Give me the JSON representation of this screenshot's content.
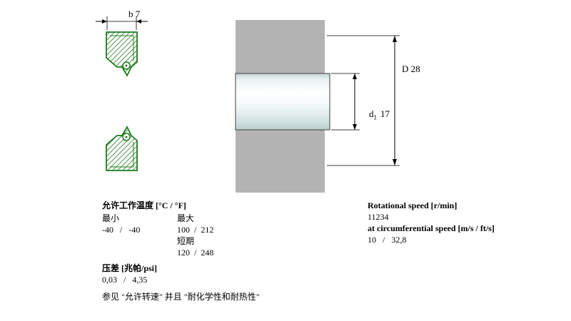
{
  "drawing": {
    "labels": {
      "width": "b 7",
      "outer_diameter": "D 28",
      "shaft_diameter_prefix": "d",
      "shaft_diameter_subscript": "1",
      "shaft_diameter_value": "17"
    },
    "colors": {
      "seal_green": "#1f7a1f",
      "housing_gray": "#b3b3b3",
      "dimension_line": "#000000"
    }
  },
  "temperature": {
    "title": "允许工作温度 [°C / °F]",
    "min_label": "最小",
    "max_label": "最大",
    "min_values": "-40   /   -40",
    "max_values": "100  /  212",
    "short_term_label": "短期",
    "short_term_values": "120  /  248"
  },
  "pressure": {
    "title": "压差 [兆帕/psi]",
    "values": "0,03   /   4,35"
  },
  "reference_note": "参见 \"允许转速\" 并且 \"耐化学性和耐热性\"",
  "speed": {
    "rotational_title": "Rotational speed [r/min]",
    "rotational_value": "11234",
    "circumferential_title": "at circumferential speed [m/s / ft/s]",
    "circumferential_values": "10   /   32,8"
  }
}
